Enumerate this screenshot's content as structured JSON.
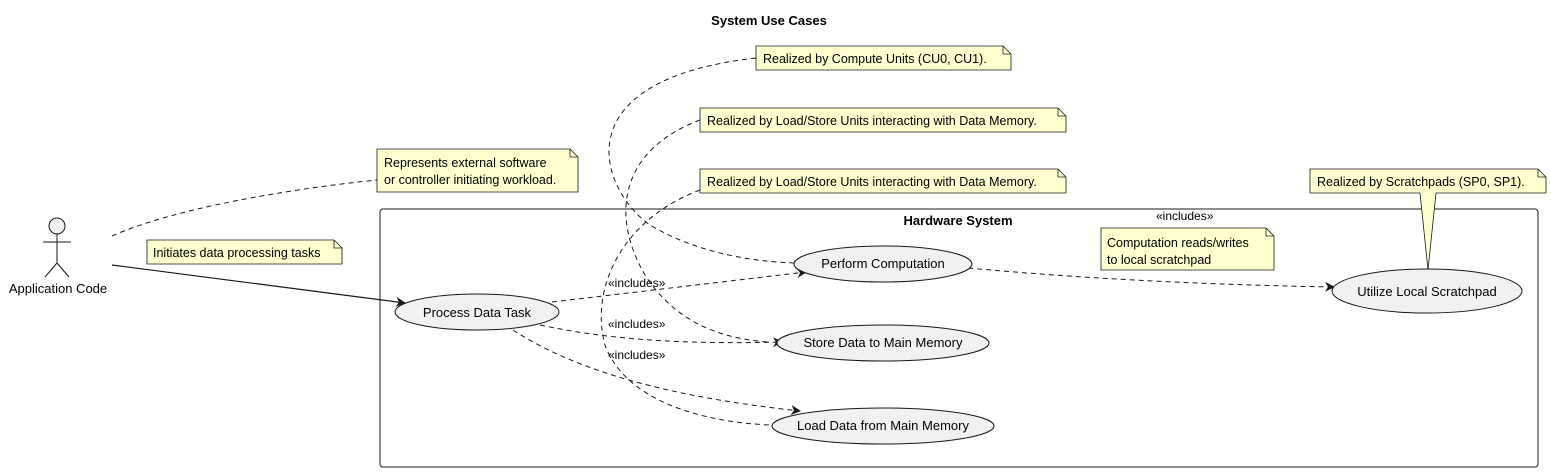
{
  "title": "System Use Cases",
  "actor": {
    "name": "Application Code"
  },
  "boundary": {
    "title": "Hardware System"
  },
  "use_cases": {
    "process": "Process Data Task",
    "compute": "Perform Computation",
    "store": "Store Data to Main Memory",
    "load": "Load Data from Main Memory",
    "scratchpad": "Utilize Local Scratchpad"
  },
  "relations": {
    "includes_compute": "«includes»",
    "includes_store": "«includes»",
    "includes_load": "«includes»",
    "includes_scratchpad": "«includes»"
  },
  "notes": {
    "compute_units": "Realized by Compute Units (CU0, CU1).",
    "lsu_store": "Realized by Load/Store Units interacting with Data Memory.",
    "lsu_load": "Realized by Load/Store Units interacting with Data Memory.",
    "actor_desc": [
      "Represents external software",
      "or controller initiating workload."
    ],
    "initiates": "Initiates data processing tasks",
    "scratchpads": "Realized by Scratchpads (SP0, SP1).",
    "comp_scratch": [
      "Computation reads/writes",
      "to local scratchpad"
    ]
  },
  "colors": {
    "note_fill": "#FEFECE",
    "usecase_fill": "#F1F1F1",
    "line": "#181818"
  }
}
